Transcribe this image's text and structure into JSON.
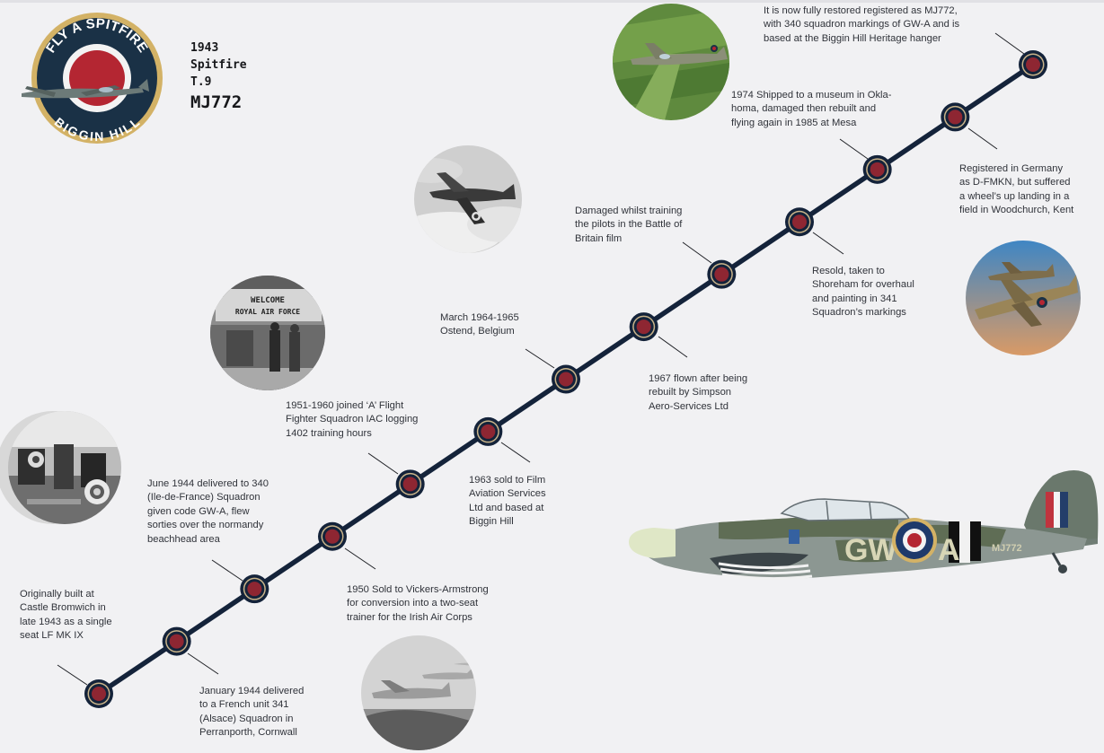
{
  "badge": {
    "top_text": "FLY A SPITFIRE",
    "bottom_text": "BIGGIN HILL"
  },
  "title": {
    "year": "1943",
    "type": "Spitfire",
    "mark": "T.9",
    "serial": "MJ772"
  },
  "timeline": [
    {
      "id": "castle-bromwich",
      "text": "Originally built at\nCastle Bromwich in\nlate 1943 as a single\nseat LF MK IX"
    },
    {
      "id": "jan-1944",
      "text": "January 1944 delivered\nto a French unit 341\n(Alsace) Squadron in\nPerranporth, Cornwall"
    },
    {
      "id": "june-1944",
      "text": "June 1944 delivered to 340\n(Ile-de-France) Squadron\ngiven code GW-A, flew\nsorties over the normandy\nbeachhead area"
    },
    {
      "id": "1950",
      "text": "1950 Sold to Vickers-Armstrong\nfor conversion into a two-seat\ntrainer for the Irish Air Corps"
    },
    {
      "id": "1951-1960",
      "text": "1951-1960 joined ‘A’ Flight\nFighter Squadron IAC logging\n1402 training hours"
    },
    {
      "id": "1963",
      "text": "1963 sold to Film\nAviation Services\nLtd and based at\nBiggin Hill"
    },
    {
      "id": "1964-1965",
      "text": "March 1964-1965\nOstend, Belgium"
    },
    {
      "id": "1967",
      "text": "1967 flown after being\nrebuilt by Simpson\nAero-Services Ltd"
    },
    {
      "id": "battle-of-britain",
      "text": "Damaged whilst training\nthe pilots in the Battle of\nBritain film"
    },
    {
      "id": "resold",
      "text": "Resold, taken to\nShoreham for overhaul\nand painting in 341\nSquadron’s markings"
    },
    {
      "id": "1974",
      "text": "1974 Shipped to a museum in Okla-\nhoma, damaged then rebuilt and\nflying again in 1985 at Mesa"
    },
    {
      "id": "germany",
      "text": "Registered in Germany\nas D-FMKN, but suffered\na wheel’s up landing in a\nfield in Woodchurch, Kent"
    },
    {
      "id": "restored",
      "text": "It is now fully restored registered as MJ772,\nwith 340 squadron markings of GW-A and is\nbased at the Biggin Hill Heritage hanger"
    }
  ],
  "aircraft_markings": {
    "code_left": "GW",
    "code_right": "A",
    "serial": "MJ772"
  },
  "colors": {
    "timeline_line": "#14233a",
    "node_ring": "#c9b48a",
    "node_center": "#8e2632",
    "badge_navy": "#1a3146",
    "badge_gold": "#d3b266",
    "badge_red": "#b42632",
    "camo_grey": "#8a9690",
    "camo_green": "#5b6a4f",
    "spinner": "#dfe7c6"
  }
}
